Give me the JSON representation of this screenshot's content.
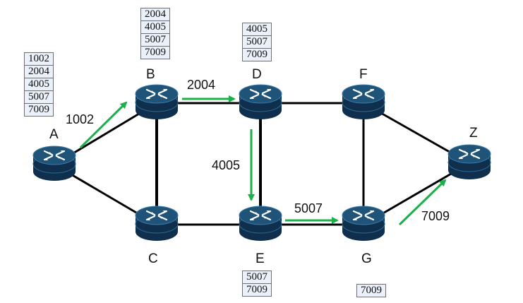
{
  "colors": {
    "link": "#000000",
    "flow_arrow": "#1bb04a",
    "router_top": "#1f5478",
    "router_side": "#0f2f4d",
    "table_fill": "#eaf1fb"
  },
  "icons": {
    "router": "router-icon"
  },
  "nodes": {
    "A": {
      "label": "A"
    },
    "B": {
      "label": "B"
    },
    "C": {
      "label": "C"
    },
    "D": {
      "label": "D"
    },
    "E": {
      "label": "E"
    },
    "F": {
      "label": "F"
    },
    "G": {
      "label": "G"
    },
    "Z": {
      "label": "Z"
    }
  },
  "links": [
    [
      "A",
      "B"
    ],
    [
      "A",
      "C"
    ],
    [
      "B",
      "C"
    ],
    [
      "B",
      "D"
    ],
    [
      "C",
      "E"
    ],
    [
      "D",
      "E"
    ],
    [
      "D",
      "F"
    ],
    [
      "E",
      "G"
    ],
    [
      "F",
      "G"
    ],
    [
      "F",
      "Z"
    ],
    [
      "G",
      "Z"
    ]
  ],
  "flows": [
    {
      "from": "A",
      "to": "B",
      "label": "1002"
    },
    {
      "from": "B",
      "to": "D",
      "label": "2004"
    },
    {
      "from": "D",
      "to": "E",
      "label": "4005"
    },
    {
      "from": "E",
      "to": "G",
      "label": "5007"
    },
    {
      "from": "G",
      "to": "Z",
      "label": "7009"
    }
  ],
  "label_tables": {
    "A": [
      "1002",
      "2004",
      "4005",
      "5007",
      "7009"
    ],
    "B": [
      "2004",
      "4005",
      "5007",
      "7009"
    ],
    "D": [
      "4005",
      "5007",
      "7009"
    ],
    "E": [
      "5007",
      "7009"
    ],
    "G": [
      "7009"
    ]
  }
}
